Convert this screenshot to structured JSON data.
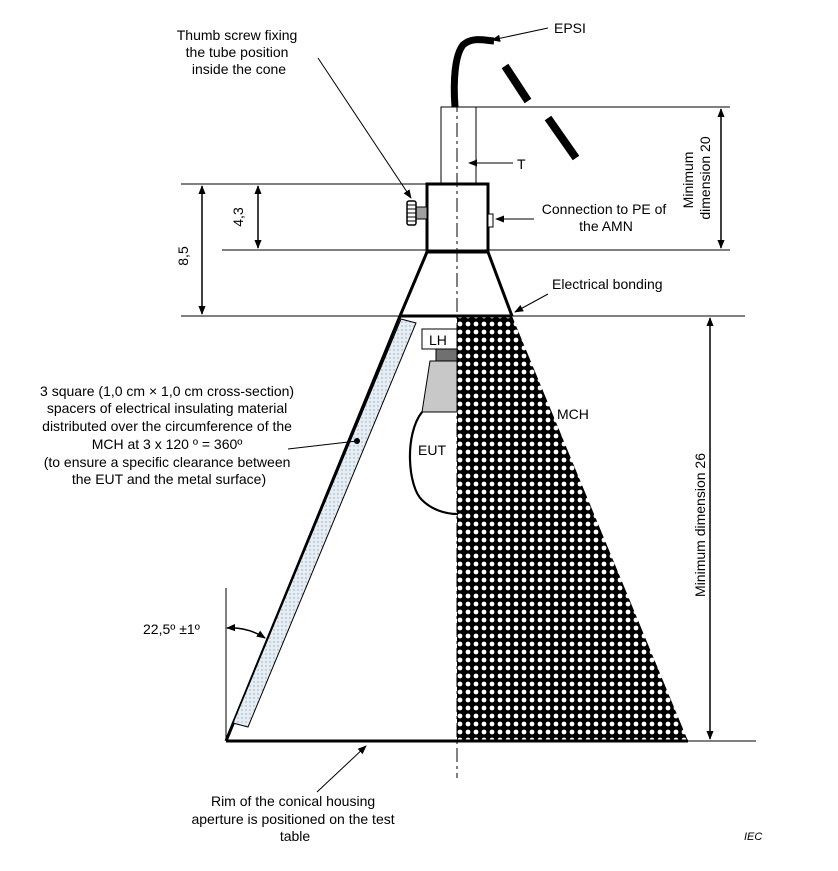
{
  "labels": {
    "epsi": "EPSI",
    "thumb_screw": [
      "Thumb screw fixing",
      "the tube position",
      "inside the cone"
    ],
    "t": "T",
    "min_dim_20": [
      "Minimum",
      "dimension 20"
    ],
    "dim_4_3": "4,3",
    "dim_8_5": "8,5",
    "connection_pe": [
      "Connection to PE of",
      "the AMN"
    ],
    "electrical_bonding": "Electrical bonding",
    "lh": "LH",
    "mch": "MCH",
    "spacers": [
      "3 square (1,0 cm × 1,0 cm cross-section)",
      "spacers of electrical insulating material",
      "distributed over the circumference of the",
      "MCH at 3 x 120 º = 360º",
      "(to ensure a specific clearance between",
      "the EUT and the metal surface)"
    ],
    "eut": "EUT",
    "min_dim_26": "Minimum dimension 26",
    "angle": "22,5º ±1º",
    "rim": [
      "Rim of the conical housing",
      "aperture is positioned on the test",
      "table"
    ],
    "iec": "IEC"
  },
  "colors": {
    "line": "#000000",
    "spacer_fill": "#e6eef4",
    "spacer_dots": "#8fa6bf",
    "lamp_gray": "#c8c8c8",
    "holder_dark": "#707070"
  }
}
